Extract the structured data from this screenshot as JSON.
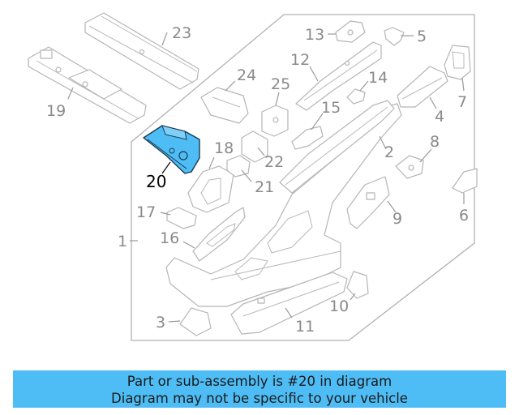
{
  "diagram": {
    "highlight_color": "#4fbdf5",
    "labels": [
      "1",
      "2",
      "3",
      "4",
      "5",
      "6",
      "7",
      "8",
      "9",
      "10",
      "11",
      "12",
      "13",
      "14",
      "15",
      "16",
      "17",
      "18",
      "19",
      "20",
      "21",
      "22",
      "23",
      "24",
      "25"
    ]
  },
  "caption": {
    "line1": "Part or sub-assembly is #20 in diagram",
    "line2": "Diagram may not be specific to your vehicle"
  }
}
